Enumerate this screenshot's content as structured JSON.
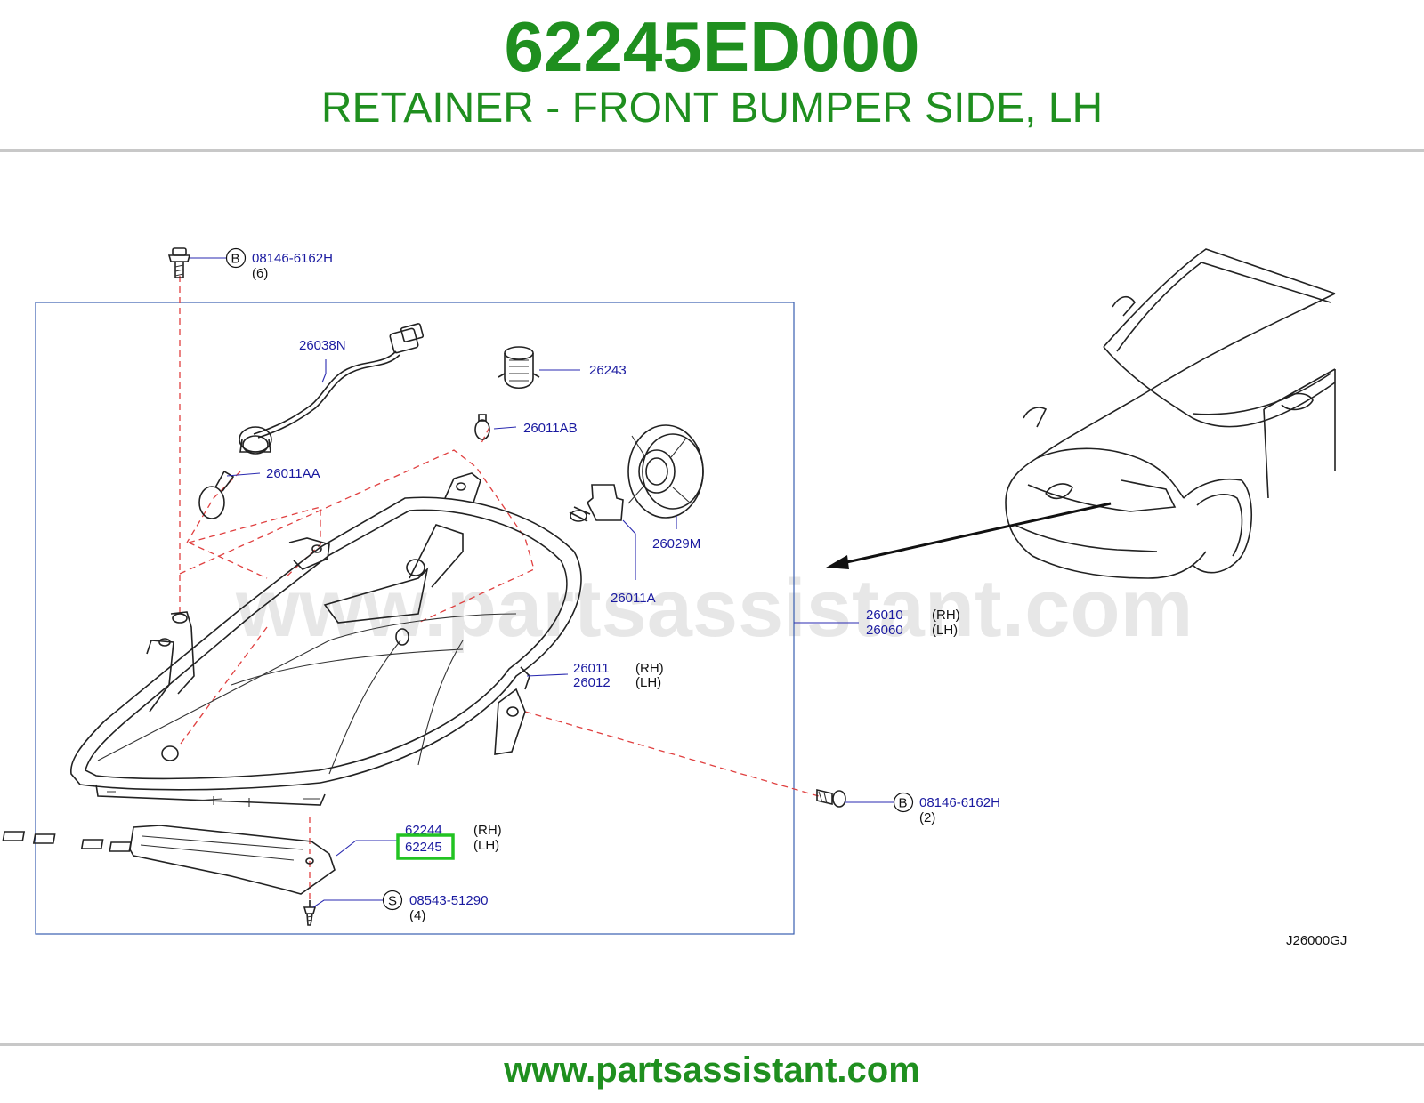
{
  "header": {
    "part_number": "62245ED000",
    "description": "RETAINER - FRONT BUMPER SIDE, LH"
  },
  "diagram": {
    "watermark": "www.partsassistant.com",
    "drawing_code": "J26000GJ",
    "callouts": {
      "bolt_top": {
        "letter": "B",
        "number": "08146-6162H",
        "qty": "(6)"
      },
      "bolt_right": {
        "letter": "B",
        "number": "08146-6162H",
        "qty": "(2)"
      },
      "screw": {
        "letter": "S",
        "number": "08543-51290",
        "qty": "(4)"
      },
      "harness": "26038N",
      "socket": "26243",
      "bulb_ab": "26011AB",
      "bulb_aa": "26011AA",
      "cap": "26029M",
      "bulb_a": "26011A",
      "assy_rh": "26010",
      "assy_lh": "26060",
      "housing_rh": "26011",
      "housing_lh": "26012",
      "retainer_rh": "62244",
      "retainer_lh": "62245",
      "rh_tag": "(RH)",
      "lh_tag": "(LH)"
    }
  },
  "colors": {
    "brand_green": "#1f8f1f",
    "label_blue": "#1a1aa0",
    "highlight_green": "#22c322",
    "dashed_red": "#e04040"
  },
  "footer": {
    "url": "www.partsassistant.com"
  }
}
